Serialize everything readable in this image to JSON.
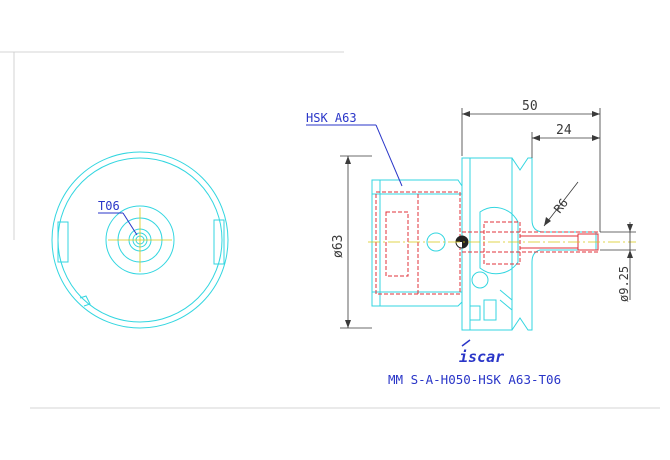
{
  "labels": {
    "front_view_callout": "T06",
    "side_view_callout": "HSK A63",
    "dim_overall_length": "50",
    "dim_partial_length": "24",
    "dim_radius": "R6",
    "dim_diameter_body": "ø63",
    "dim_diameter_bore": "ø9.25",
    "part_number": "MM S-A-H050-HSK A63-T06",
    "brand_logo": "iscar"
  },
  "colors": {
    "outline": "#33d6e0",
    "hidden": "#e0303a",
    "dimension": "#3a3a3a",
    "centerline": "#d8c814",
    "callout": "#2a36c8"
  }
}
